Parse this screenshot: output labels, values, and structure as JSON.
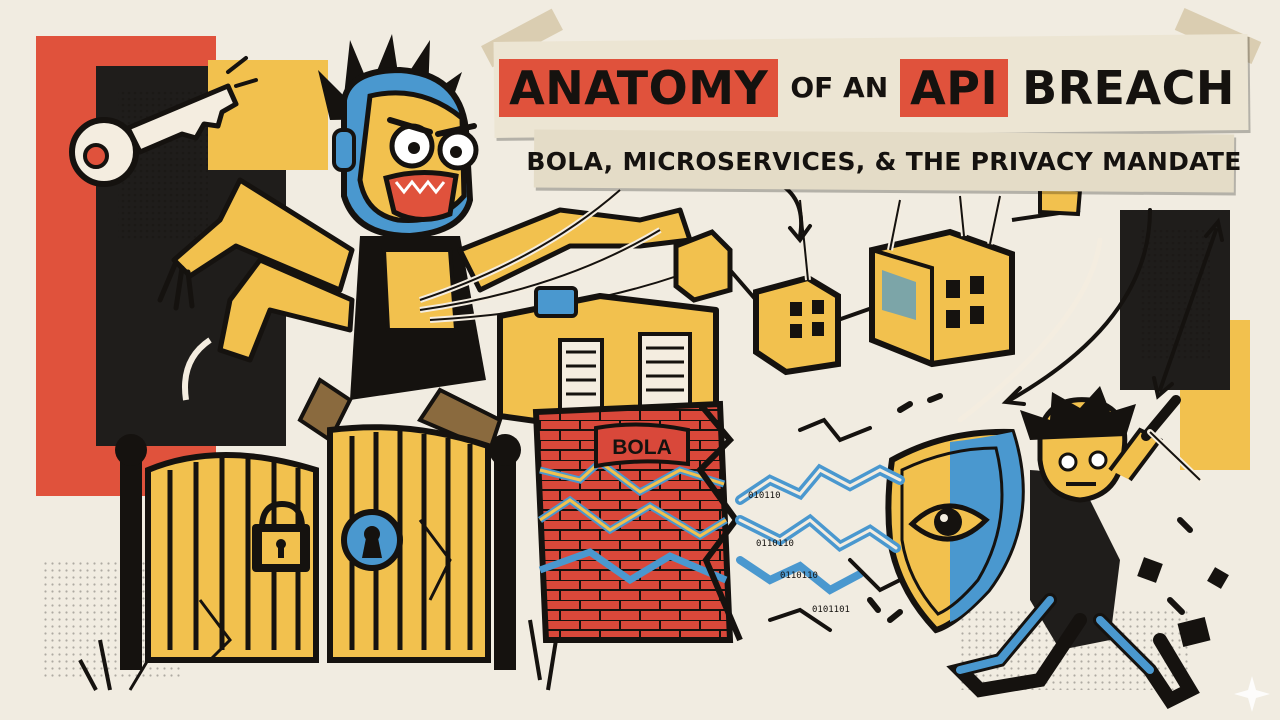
{
  "title": {
    "part1": "ANATOMY",
    "part2": "OF AN",
    "part3": "API",
    "part4": "BREACH"
  },
  "subtitle": "BOLA, MICROSERVICES, & THE PRIVACY MANDATE",
  "wall_label": "BOLA",
  "binary_streams": [
    "010110",
    "0110110",
    "0110110",
    "0101101"
  ],
  "colors": {
    "paper": "#f1ece1",
    "ink": "#15120f",
    "red": "#e0523c",
    "yellow": "#f2c14e",
    "blue": "#4a98cf"
  },
  "icons": [
    "key-icon",
    "padlock-icon",
    "keyhole-icon",
    "eye-icon",
    "shield-icon",
    "sword-icon"
  ]
}
